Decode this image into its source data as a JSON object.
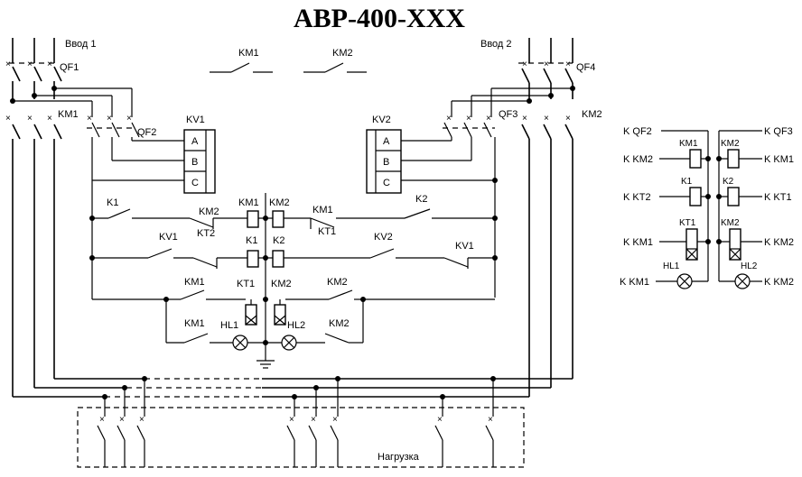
{
  "title": "АВР-400-XXX",
  "inputs": {
    "input1": "Ввод 1",
    "input2": "Ввод 2"
  },
  "breakers": {
    "qf1": "QF1",
    "qf2": "QF2",
    "qf3": "QF3",
    "qf4": "QF4"
  },
  "legend": {
    "km1": "KM1",
    "km2": "KM2"
  },
  "contactors": {
    "km1": "KM1",
    "km2": "KM2"
  },
  "relays": {
    "kv1": "KV1",
    "kv2": "KV2",
    "k1": "K1",
    "k2": "K2",
    "kt1": "KT1",
    "kt2": "KT2"
  },
  "phases": {
    "a": "A",
    "b": "B",
    "c": "C"
  },
  "lamps": {
    "hl1": "HL1",
    "hl2": "HL2"
  },
  "load": "Нагрузка",
  "terminals": {
    "left": [
      "K  QF2",
      "K  KM2",
      "K  KT2",
      "K  KM1",
      "K  KM1"
    ],
    "right": [
      "K  QF3",
      "K  KM1",
      "K  KT1",
      "K  KM2",
      "K  KM2"
    ]
  }
}
